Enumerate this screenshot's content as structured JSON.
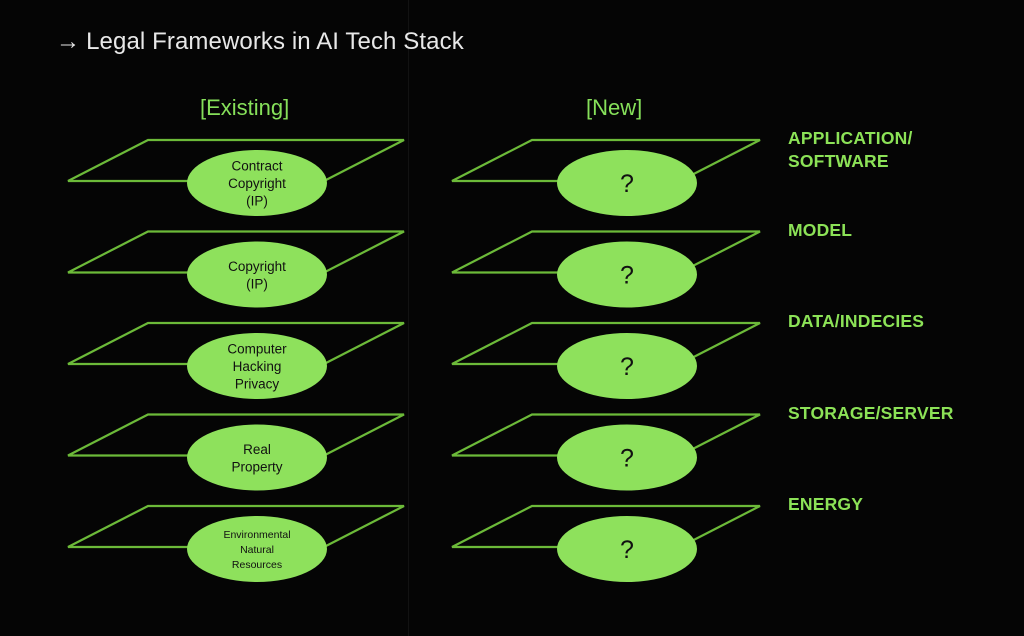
{
  "slide": {
    "background_color": "#050505",
    "title": "Legal Frameworks in AI Tech Stack",
    "title_arrow": "→",
    "title_color": "#e8e8e8",
    "accent_green": "#8ce257",
    "outline_green": "#6cba39",
    "ellipse_fill": "#8ee15c",
    "ellipse_text_color": "#111111"
  },
  "columns": {
    "existing_header": "[Existing]",
    "new_header": "[New]"
  },
  "stack": [
    {
      "tier_label": "APPLICATION/\nSOFTWARE",
      "existing_lines": [
        "Contract",
        "Copyright",
        "(IP)"
      ],
      "new_lines": [
        "?"
      ]
    },
    {
      "tier_label": "MODEL",
      "existing_lines": [
        "Copyright",
        "(IP)"
      ],
      "new_lines": [
        "?"
      ]
    },
    {
      "tier_label": "DATA/INDECIES",
      "existing_lines": [
        "Computer",
        "Hacking",
        "Privacy"
      ],
      "new_lines": [
        "?"
      ]
    },
    {
      "tier_label": "STORAGE/SERVER",
      "existing_lines": [
        "Real",
        "Property"
      ],
      "new_lines": [
        "?"
      ]
    },
    {
      "tier_label": "ENERGY",
      "existing_lines": [
        "Environmental",
        "Natural",
        "Resources"
      ],
      "new_lines": [
        "?"
      ]
    }
  ]
}
